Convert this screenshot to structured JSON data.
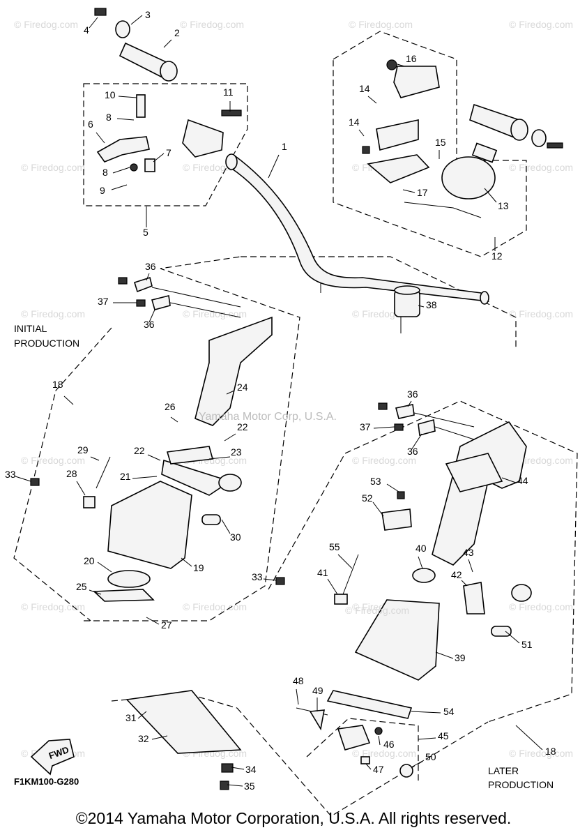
{
  "diagram_code": "F1KM100-G280",
  "fwd_label": "FWD",
  "watermark_center": "Yamaha Motor Corp, U.S.A.",
  "watermark_tile": "© Firedog.com",
  "watermark_small": "© Firedog.com",
  "captions": {
    "initial": [
      "INITIAL",
      "PRODUCTION"
    ],
    "later": [
      "LATER",
      "PRODUCTION"
    ]
  },
  "copyright": "©2014 Yamaha Motor Corporation, U.S.A. All rights reserved.",
  "callouts": [
    "1",
    "2",
    "3",
    "4",
    "5",
    "6",
    "7",
    "8",
    "9",
    "10",
    "11",
    "12",
    "13",
    "14",
    "15",
    "16",
    "17",
    "18",
    "19",
    "20",
    "21",
    "22",
    "23",
    "24",
    "25",
    "26",
    "27",
    "28",
    "29",
    "30",
    "31",
    "32",
    "33",
    "34",
    "35",
    "36",
    "37",
    "38",
    "39",
    "40",
    "41",
    "42",
    "43",
    "44",
    "45",
    "46",
    "47",
    "48",
    "49",
    "50",
    "51",
    "52",
    "53",
    "54",
    "55"
  ]
}
